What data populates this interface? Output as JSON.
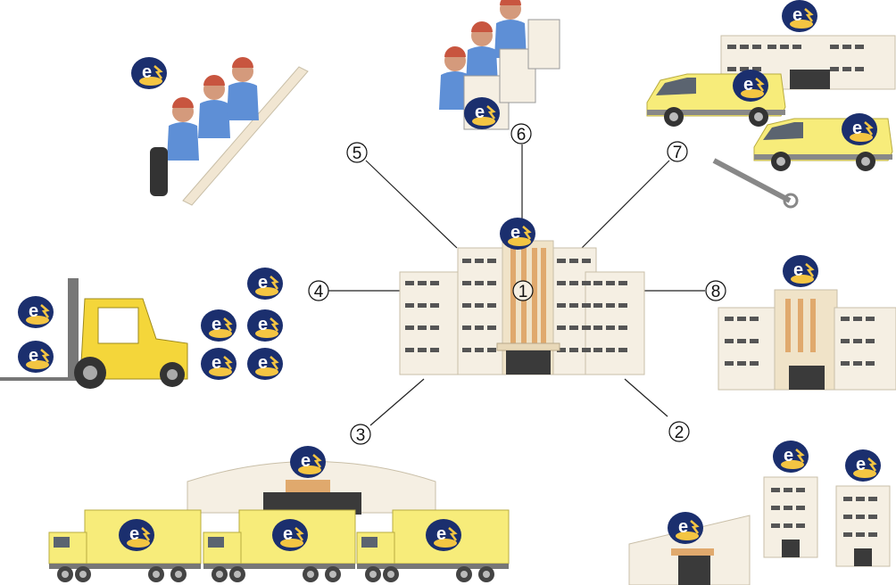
{
  "diagram": {
    "hub_label": "1",
    "node_labels": [
      "2",
      "3",
      "4",
      "5",
      "6",
      "7",
      "8"
    ],
    "logo_glyph": "e",
    "colors": {
      "logo_blue": "#1b2f6e",
      "logo_yellow": "#f4c542",
      "vehicle_yellow": "#f7ec7a",
      "building": "#f5efe3",
      "worker_shirt": "#5e8fd6"
    }
  }
}
